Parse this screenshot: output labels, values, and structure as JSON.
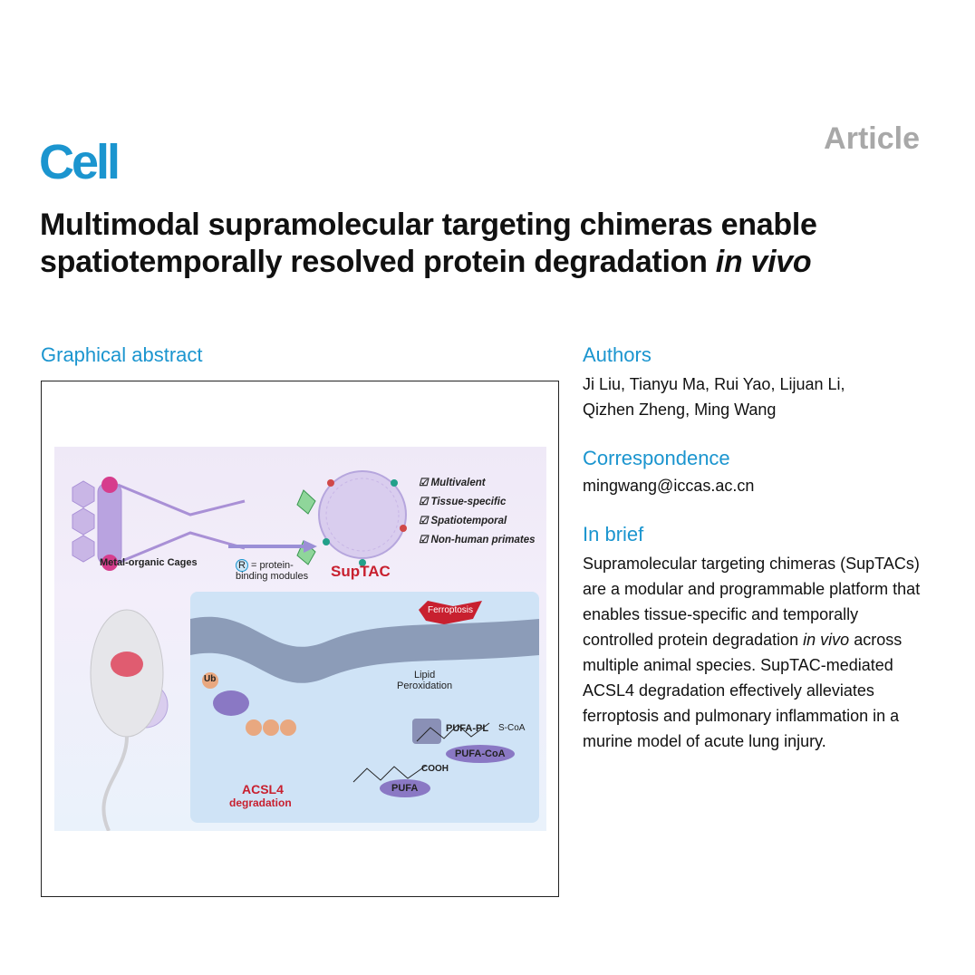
{
  "header": {
    "journal_logo": "Cell",
    "article_type": "Article"
  },
  "title": {
    "line_main": "Multimodal supramolecular targeting chimeras enable spatiotemporally resolved protein degradation ",
    "line_italic": "in vivo"
  },
  "graphical_abstract": {
    "heading": "Graphical abstract",
    "labels": {
      "cages": "Metal-organic Cages",
      "r_def": "= protein-",
      "r_def2": "binding modules",
      "r": "R",
      "suptac": "SupTAC",
      "features": [
        "Multivalent",
        "Tissue-specific",
        "Spatiotemporal",
        "Non-human primates"
      ],
      "ferroptosis": "Ferroptosis",
      "lipid_perox_1": "Lipid",
      "lipid_perox_2": "Peroxidation",
      "pufa_pl": "PUFA-PL",
      "pufa_coa": "PUFA-CoA",
      "s_coa": "S-CoA",
      "pufa": "PUFA",
      "cooh": "COOH",
      "ub": "Ub",
      "acsl4": "ACSL4",
      "degradation": "degradation"
    },
    "colors": {
      "accent": "#1b95cf",
      "red": "#c8202f",
      "purple": "#7d6bc4"
    }
  },
  "authors": {
    "heading": "Authors",
    "line1": "Ji Liu, Tianyu Ma, Rui Yao, Lijuan Li,",
    "line2": "Qizhen Zheng, Ming Wang"
  },
  "correspondence": {
    "heading": "Correspondence",
    "email": "mingwang@iccas.ac.cn"
  },
  "in_brief": {
    "heading": "In brief",
    "p1": "Supramolecular targeting chimeras (SupTACs) are a modular and programmable platform that enables tissue-specific and temporally controlled protein degradation ",
    "italic": "in vivo",
    "p2": " across multiple animal species. SupTAC-mediated ACSL4 degradation effectively alleviates ferroptosis and pulmonary inflammation in a murine model of acute lung injury."
  }
}
